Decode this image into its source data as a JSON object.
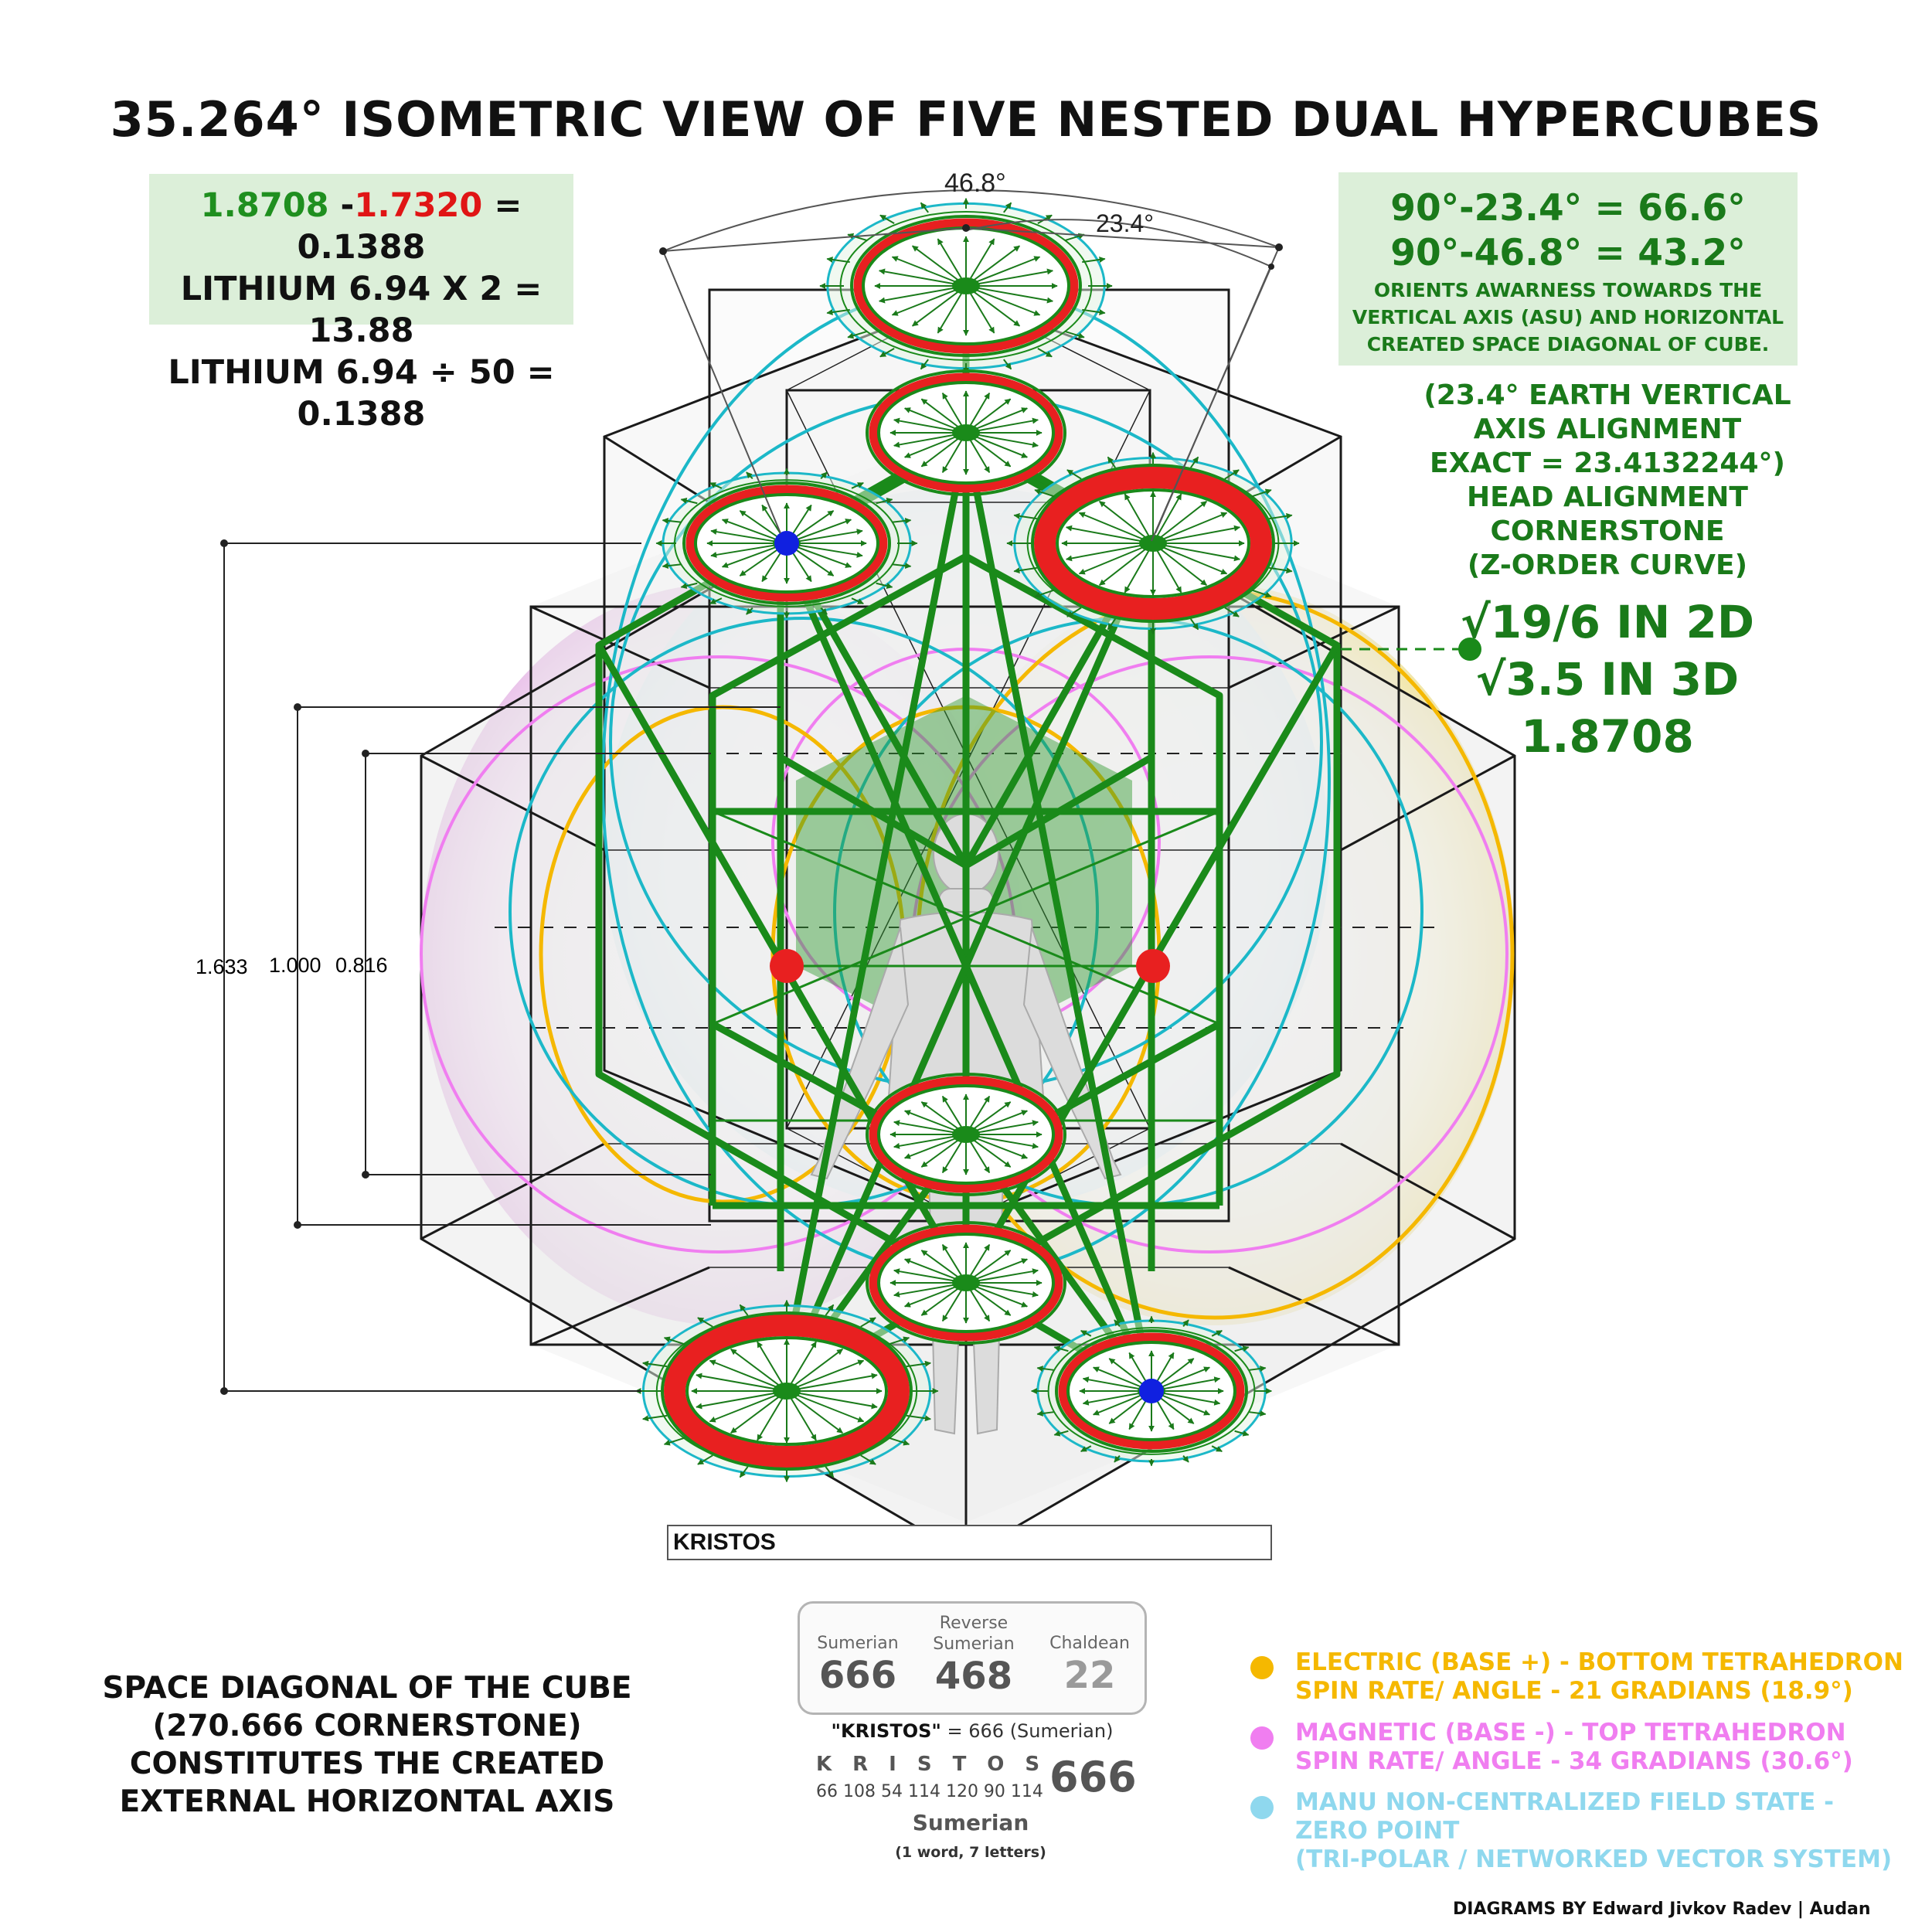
{
  "title": "35.264° ISOMETRIC VIEW OF FIVE NESTED DUAL HYPERCUBES",
  "angles": {
    "outer": "46.8°",
    "inner": "23.4°"
  },
  "left_box": {
    "value_a": "1.8708",
    "minus": " -",
    "value_b": "1.7320",
    "equals": " = 0.1388",
    "line2": "LITHIUM 6.94 X 2 = 13.88",
    "line3": "LITHIUM 6.94 ÷ 50 = 0.1388"
  },
  "right_box": {
    "line1": "90°-23.4° = 66.6°",
    "line2": "90°-46.8° = 43.2°",
    "line3": "ORIENTS AWARNESS TOWARDS THE",
    "line4": "VERTICAL AXIS (ASU) AND HORIZONTAL",
    "line5": "CREATED SPACE DIAGONAL OF CUBE."
  },
  "green_note": [
    "(23.4° EARTH VERTICAL",
    "AXIS ALIGNMENT",
    "EXACT = 23.4132244°)",
    "HEAD ALIGNMENT",
    "CORNERSTONE",
    "(Z-ORDER CURVE)"
  ],
  "green_big": [
    "√19/6 IN 2D",
    "√3.5 IN 3D",
    "1.8708"
  ],
  "measures": {
    "m1": "1.633",
    "m2": "1.000",
    "m3": "0.816"
  },
  "search": {
    "value": "KRISTOS"
  },
  "gematria": {
    "col1_label": "Sumerian",
    "col1_value": "666",
    "col2_label_top": "Reverse",
    "col2_label": "Sumerian",
    "col2_value": "468",
    "col3_label": "Chaldean",
    "col3_value": "22",
    "summary_word": "\"KRISTOS\"",
    "summary_rest": " = 666 (Sumerian)",
    "letters": "KRISTOS",
    "letter_values": "66 108 54 114 120 90 114",
    "total": "666",
    "cipher": "Sumerian",
    "word_count": "(1 word, 7 letters)"
  },
  "space_diagonal": [
    "SPACE DIAGONAL OF THE CUBE",
    "(270.666 CORNERSTONE)",
    "CONSTITUTES THE CREATED",
    "EXTERNAL HORIZONTAL AXIS"
  ],
  "legend": [
    {
      "line1": "ELECTRIC (BASE +) - BOTTOM TETRAHEDRON",
      "line2": "SPIN RATE/ ANGLE - 21 GRADIANS (18.9°)",
      "color": "#f5b800"
    },
    {
      "line1": "MAGNETIC (BASE -) - TOP TETRAHEDRON",
      "line2": "SPIN RATE/ ANGLE - 34 GRADIANS (30.6°)",
      "color": "#f07ef0"
    },
    {
      "line1": "MANU NON-CENTRALIZED FIELD STATE - ZERO POINT",
      "line2": "(TRI-POLAR / NETWORKED VECTOR SYSTEM)",
      "color": "#8fd8ee"
    }
  ],
  "credit": "DIAGRAMS BY Edward Jivkov Radev | Audan"
}
